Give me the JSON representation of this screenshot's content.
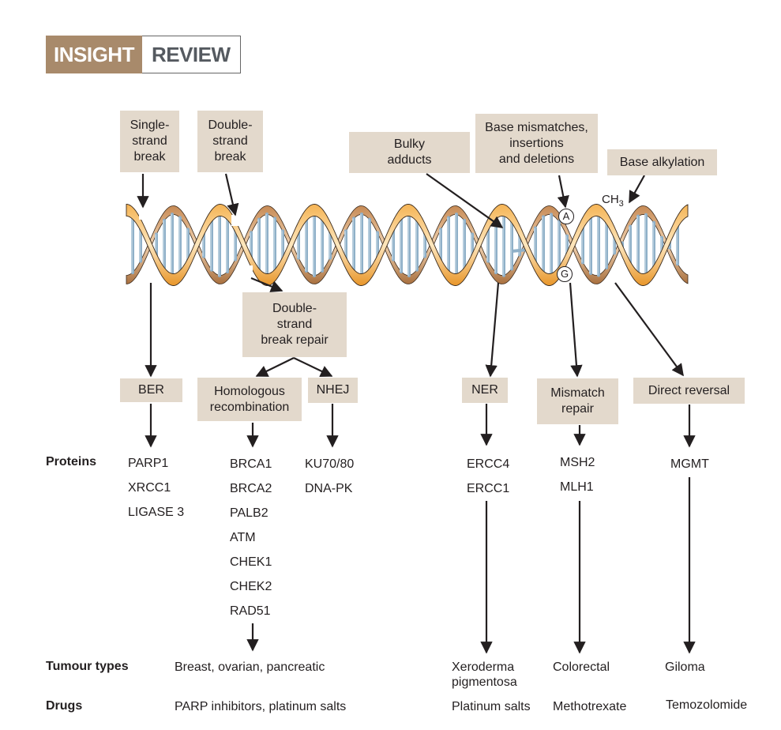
{
  "header": {
    "section": "INSIGHT",
    "type": "REVIEW"
  },
  "damage_types": {
    "single_strand_break": "Single-\nstrand\nbreak",
    "double_strand_break": "Double-\nstrand\nbreak",
    "bulky_adducts": "Bulky\nadducts",
    "base_mismatches": "Base mismatches,\ninsertions\nand deletions",
    "base_alkylation": "Base alkylation"
  },
  "helix_labels": {
    "methyl": "CH",
    "methyl_sub": "3",
    "base_a": "A",
    "base_g": "G"
  },
  "intermediate": {
    "dsb_repair": "Double-\nstrand\nbreak repair"
  },
  "pathways": {
    "ber": "BER",
    "hr": "Homologous\nrecombination",
    "nhej": "NHEJ",
    "ner": "NER",
    "mmr": "Mismatch\nrepair",
    "direct": "Direct reversal"
  },
  "row_labels": {
    "proteins": "Proteins",
    "tumours": "Tumour types",
    "drugs": "Drugs"
  },
  "proteins": {
    "ber": [
      "PARP1",
      "XRCC1",
      "LIGASE 3"
    ],
    "hr": [
      "BRCA1",
      "BRCA2",
      "PALB2",
      "ATM",
      "CHEK1",
      "CHEK2",
      "RAD51"
    ],
    "nhej": [
      "KU70/80",
      "DNA-PK"
    ],
    "ner": [
      "ERCC4",
      "ERCC1"
    ],
    "mmr": [
      "MSH2",
      "MLH1"
    ],
    "direct": [
      "MGMT"
    ]
  },
  "tumour_types": {
    "hr_ber": "Breast, ovarian, pancreatic",
    "ner": "Xeroderma\npigmentosa",
    "mmr": "Colorectal",
    "direct": "Giloma"
  },
  "drugs": {
    "hr_ber": "PARP inhibitors, platinum salts",
    "ner": "Platinum salts",
    "mmr": "Methotrexate",
    "direct": "Temozolomide"
  },
  "colors": {
    "box_fill": "#e3d9cc",
    "header_brown": "#a88a6b",
    "strand_front": "#f0a43a",
    "strand_back": "#b97f4f",
    "base_pair": "#8fb0c8",
    "arrow": "#231f20"
  }
}
